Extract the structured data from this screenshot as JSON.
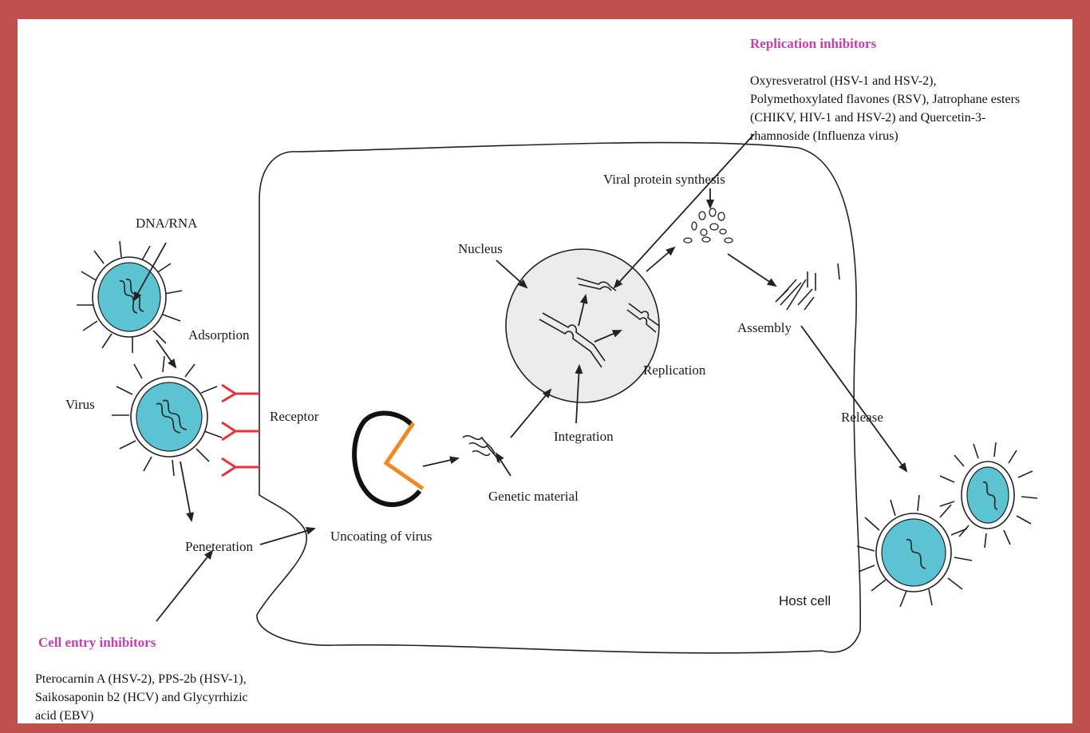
{
  "colors": {
    "frame": "#c0504d",
    "heading": "#c43fae",
    "virus_core": "#5bc3d1",
    "receptor": "#e8333a",
    "capsid_open": "#f08a24",
    "nucleus_fill": "#ececec"
  },
  "labels": {
    "dna_rna": "DNA/RNA",
    "adsorption": "Adsorption",
    "virus": "Virus",
    "receptor": "Receptor",
    "peneteration": "Peneteration",
    "uncoating": "Uncoating  of virus",
    "genetic_material": "Genetic material",
    "nucleus": "Nucleus",
    "integration": "Integration",
    "replication": "Replication",
    "viral_protein_synthesis": "Viral protein synthesis",
    "assembly": "Assembly",
    "release": "Release",
    "host_cell": "Host cell"
  },
  "replication_inhibitors": {
    "title": "Replication inhibitors",
    "lines": [
      "Oxyresveratrol (HSV-1 and HSV-2),",
      "Polymethoxylated flavones (RSV), Jatrophane esters",
      "(CHIKV, HIV-1 and HSV-2) and Quercetin-3-",
      "rhamnoside (Influenza virus)"
    ]
  },
  "cell_entry_inhibitors": {
    "title": "Cell entry inhibitors",
    "lines": [
      "Pterocarnin A (HSV-2), PPS-2b (HSV-1),",
      "Saikosaponin  b2 (HCV) and Glycyrrhizic",
      "acid (EBV)"
    ]
  }
}
